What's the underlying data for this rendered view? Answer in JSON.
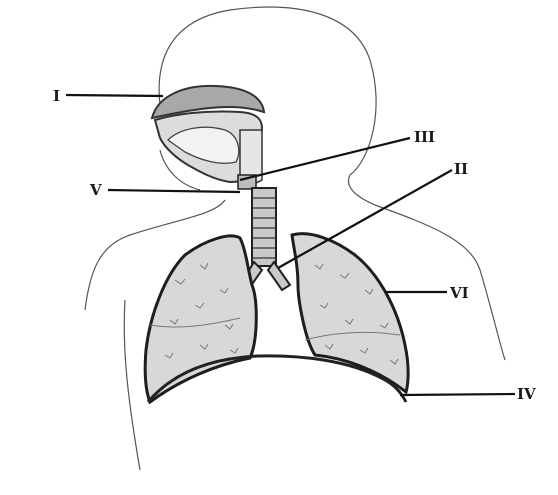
{
  "labels": {
    "nasal_cavity": "I",
    "bronchus": "II",
    "larynx": "III",
    "diaphragm": "IV",
    "trachea_pointer": "V",
    "lung": "VI"
  }
}
